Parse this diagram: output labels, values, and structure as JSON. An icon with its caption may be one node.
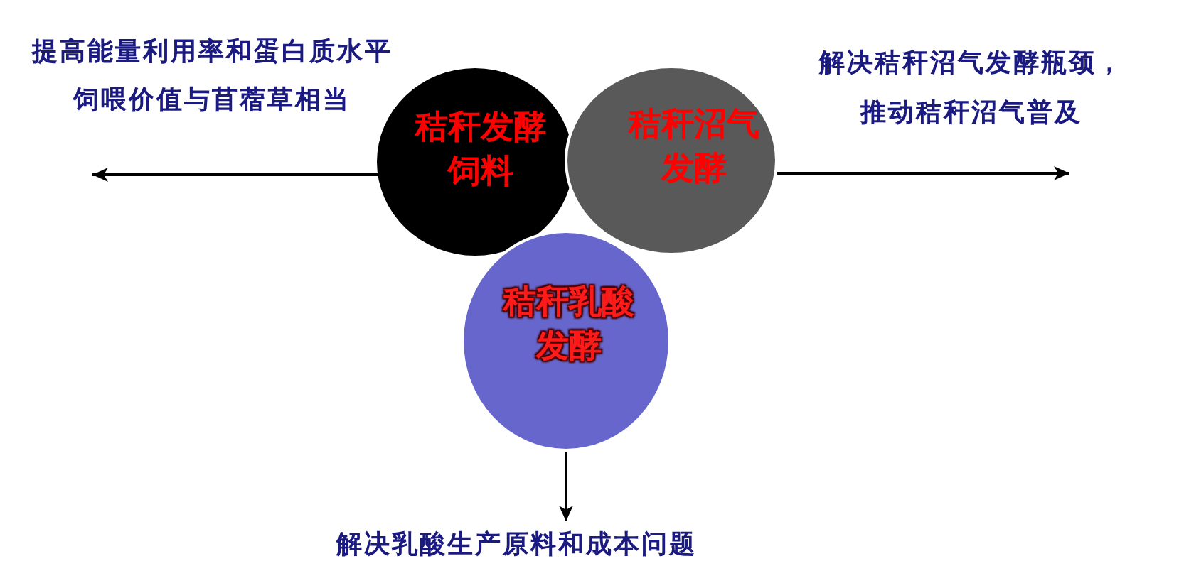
{
  "diagram": {
    "nodes": [
      {
        "text": [
          "秸秆发酵饲料"
        ]
      },
      {
        "text": [
          "秸秆沼气发酵"
        ]
      },
      {
        "text": [
          "秸秆乳酸发酵"
        ]
      },
      {
        "text": [
          "提高能量利用率和蛋白质水平",
          "饲喂价值与苜蓿草相当"
        ]
      },
      {
        "text": [
          "解决秸秆沼气发酵瓶颈，推动秸秆沼气普及"
        ]
      },
      {
        "text": [
          "解决乳酸生产原料和成本问题"
        ]
      }
    ],
    "edges": [
      {
        "from": 0,
        "to": 3,
        "arrow": "to"
      },
      {
        "from": 1,
        "to": 4,
        "arrow": "to"
      },
      {
        "from": 2,
        "to": 5,
        "arrow": "to"
      }
    ]
  }
}
